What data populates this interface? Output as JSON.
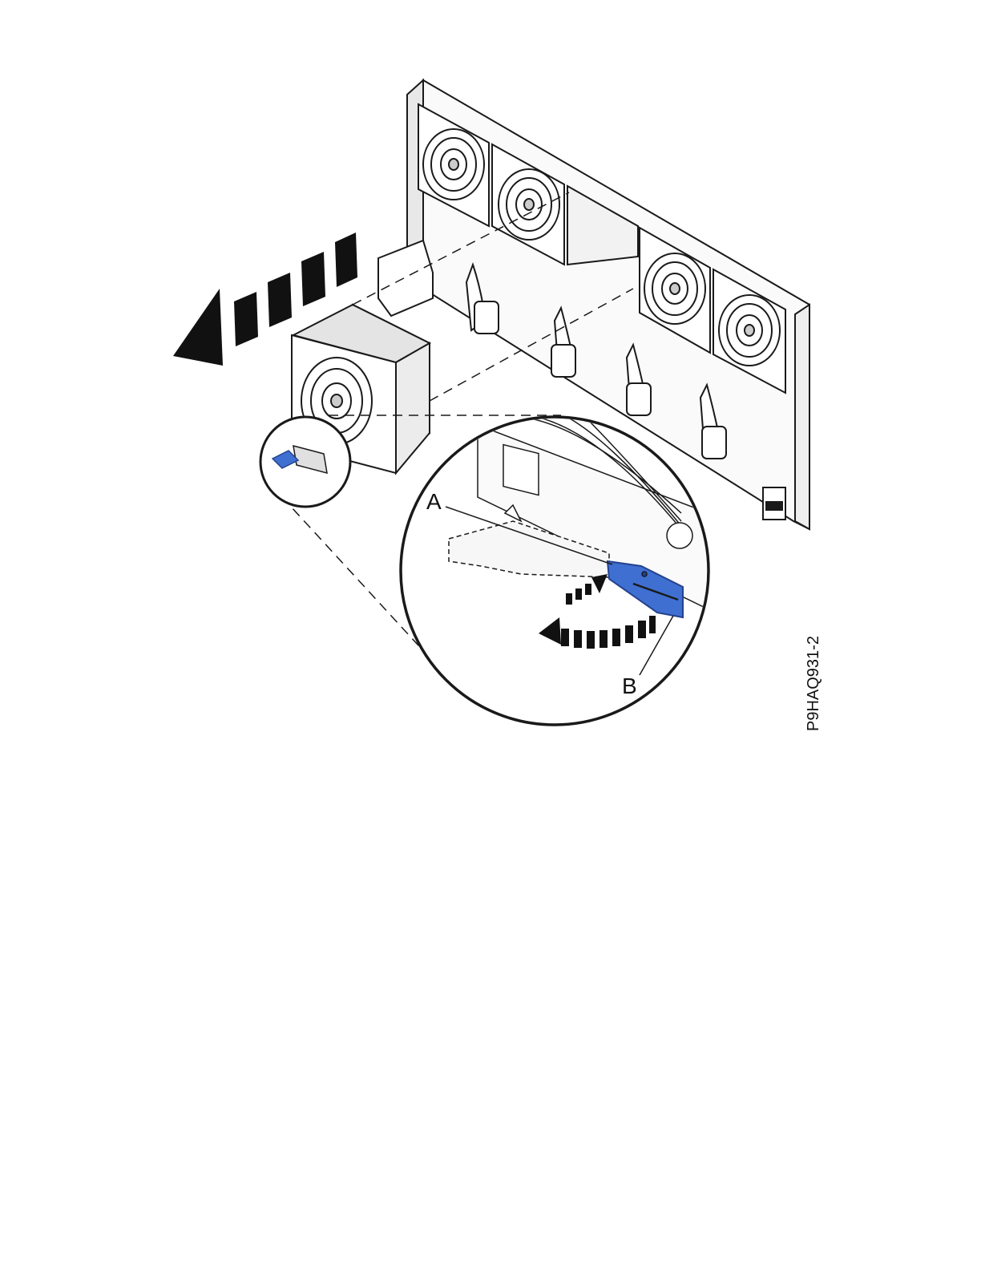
{
  "figure": {
    "callouts": {
      "a": "A",
      "b": "B"
    },
    "figure_id": "P9HAQ931-2"
  },
  "colors": {
    "latch_blue": "#3f6fd1",
    "latch_blue_dark": "#23438e",
    "line": "#1a1a1a",
    "panel_fill": "#ffffff",
    "shade": "#d8d8d8"
  },
  "icons": {
    "removal_direction": "arrow-left-dashed-icon",
    "rotation_direction": "curved-arrow-dashed-icon",
    "fan": "fan-icon"
  }
}
